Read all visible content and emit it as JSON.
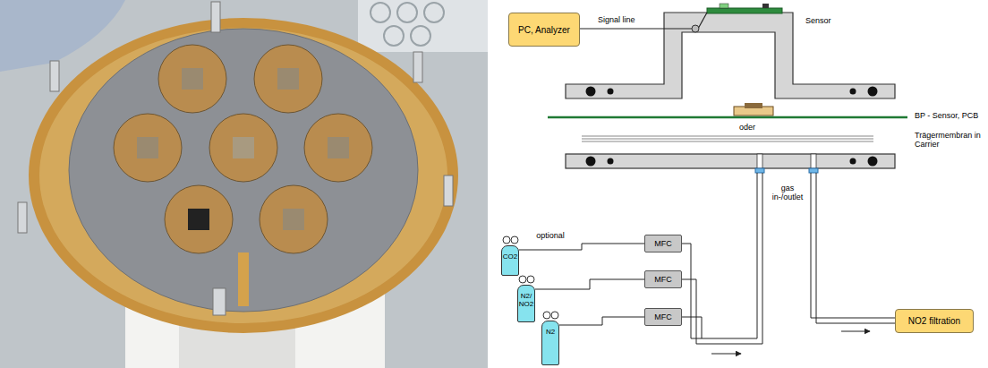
{
  "diagram": {
    "nodes": [
      {
        "text": [
          "PC, Analyzer"
        ]
      },
      {
        "text": [
          "MFC"
        ]
      },
      {
        "text": [
          "CO2"
        ]
      },
      {
        "text": [
          "MFC"
        ]
      },
      {
        "text": [
          "N2/ NO2"
        ]
      },
      {
        "text": [
          "MFC"
        ]
      },
      {
        "text": [
          "N2"
        ]
      },
      {
        "text": [
          "NO2 filtration"
        ]
      }
    ],
    "edges": [
      {
        "from": 2,
        "to": 1,
        "arrow": "none",
        "label": "optional"
      },
      {
        "from": 4,
        "to": 3,
        "arrow": "none"
      },
      {
        "from": 6,
        "to": 5,
        "arrow": "none"
      }
    ],
    "labels": [
      "Signal line",
      "Sensor",
      "BP - Sensor, PCB",
      "oder",
      "Trägermembran in Carrier",
      "gas in-/outlet"
    ]
  }
}
